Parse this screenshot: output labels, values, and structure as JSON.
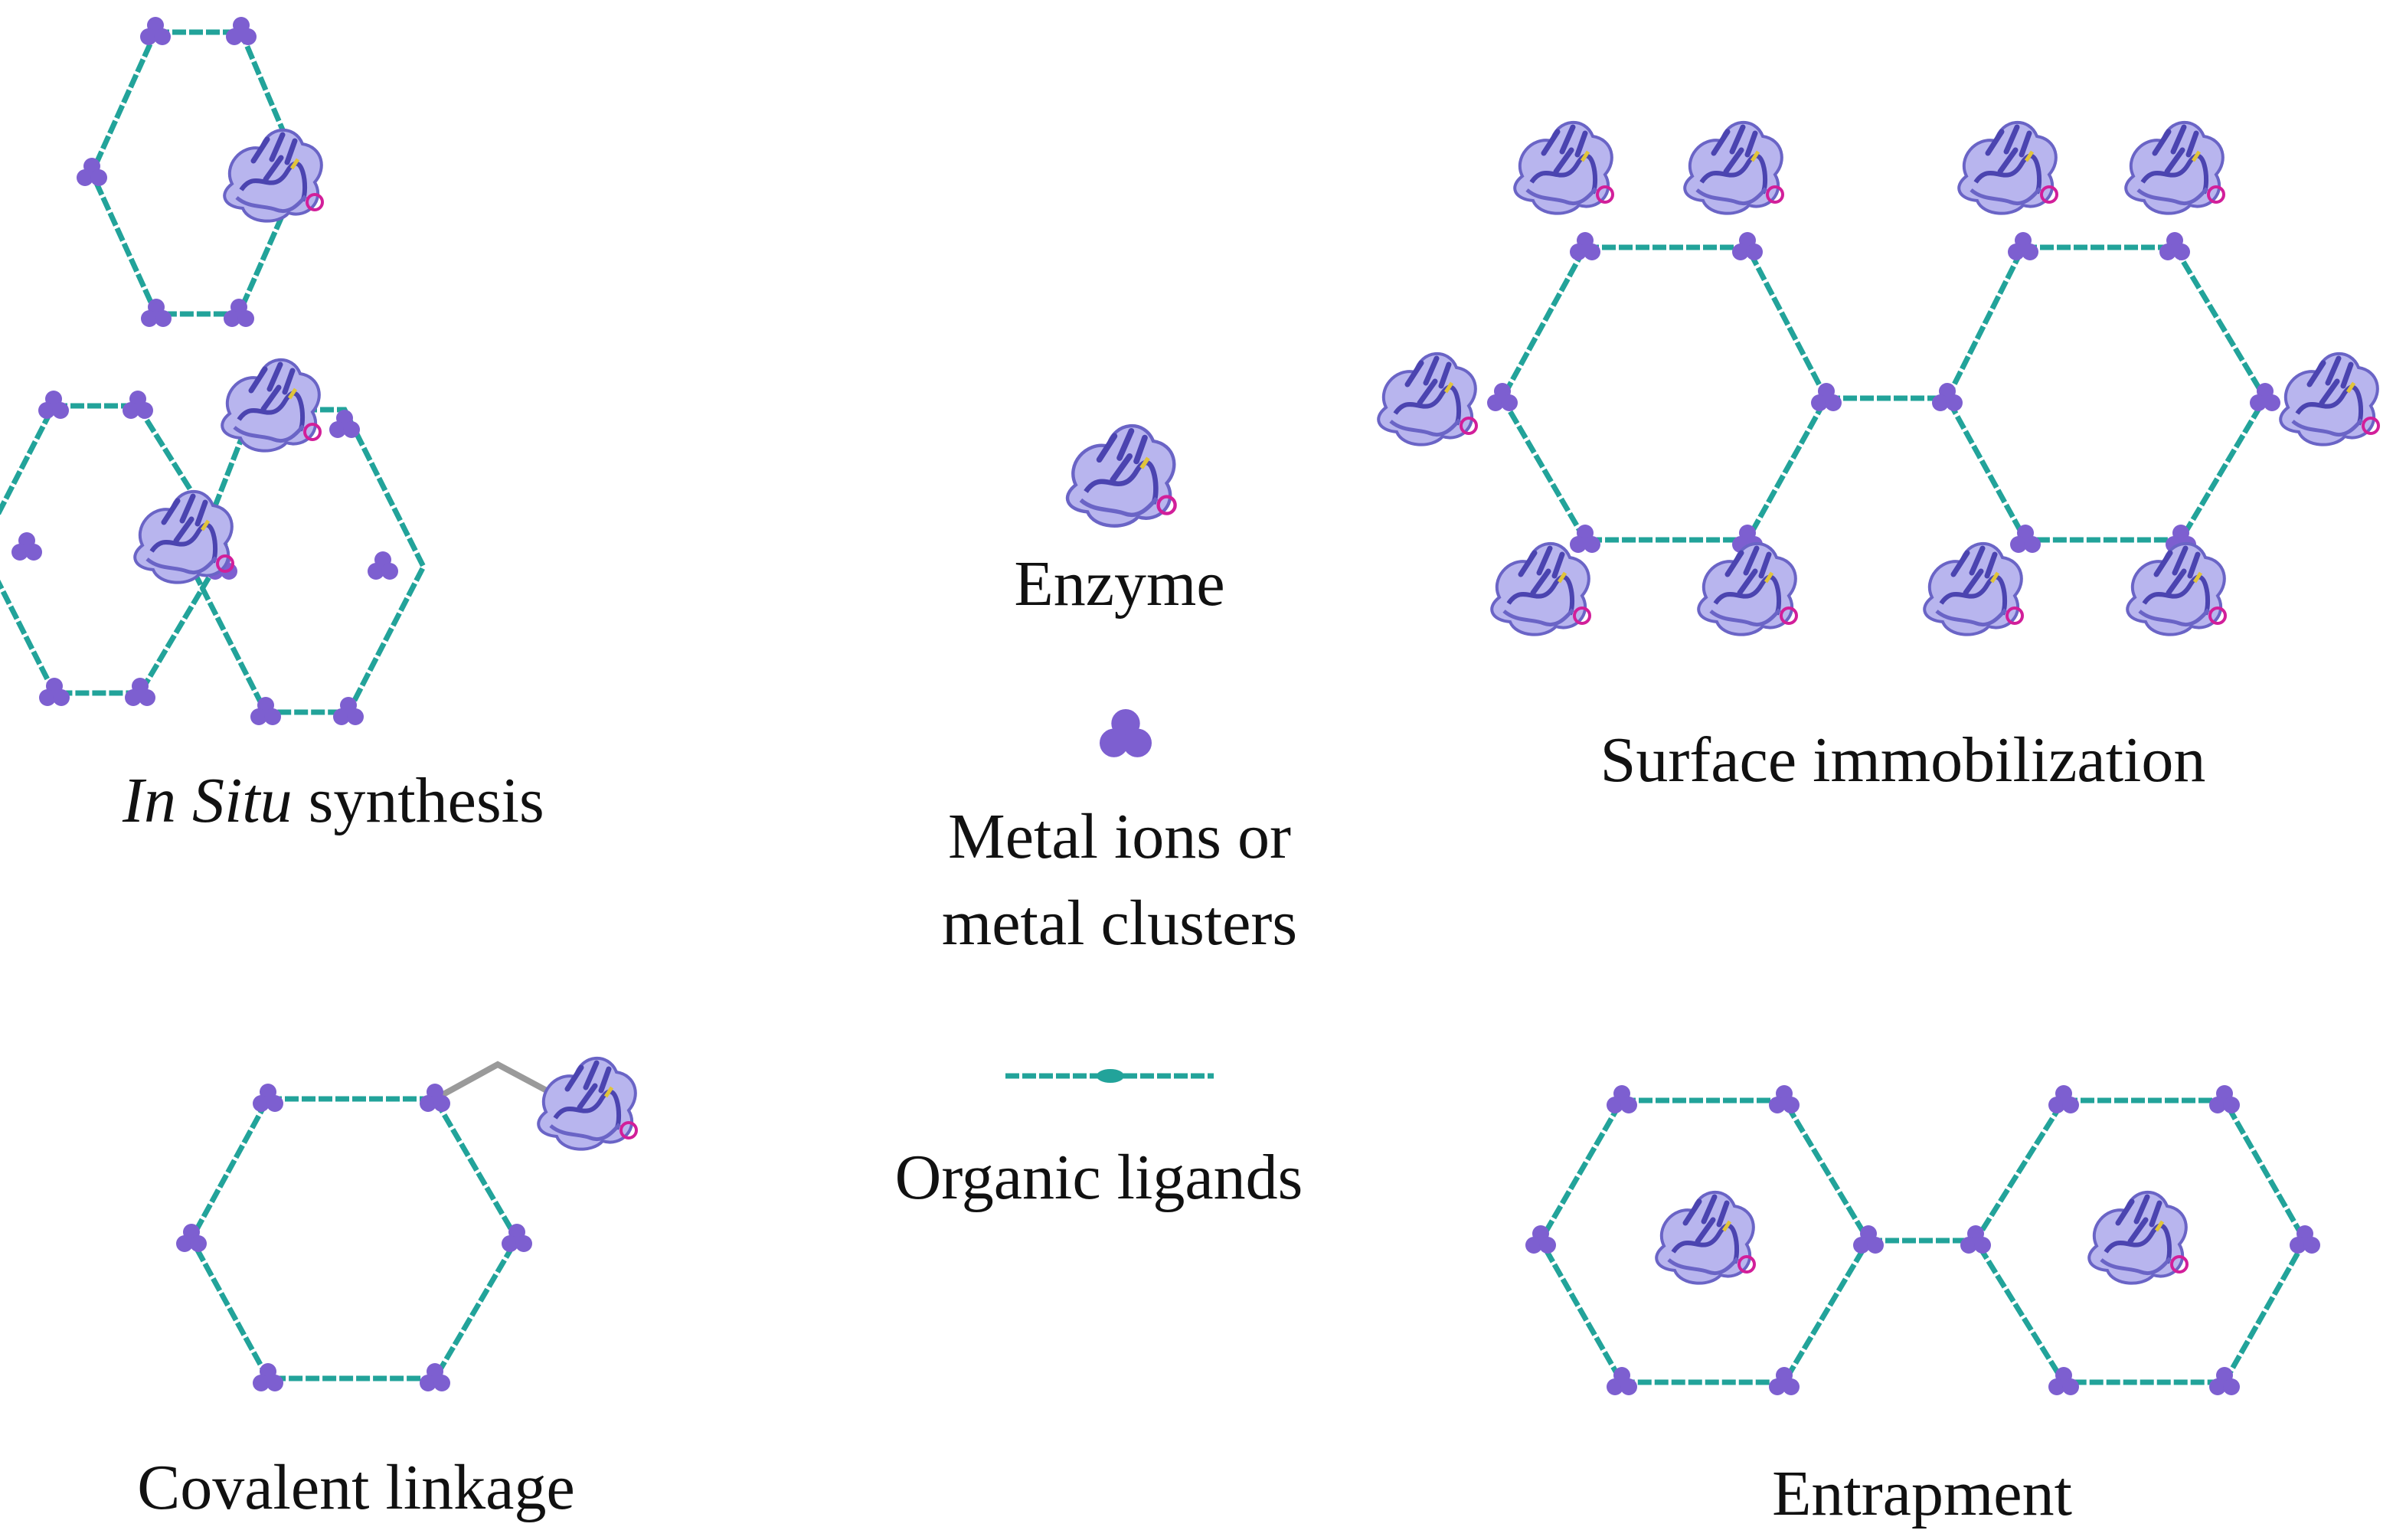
{
  "figure": {
    "panels": {
      "in_situ": {
        "label_italic": "In Situ",
        "label_rest": " synthesis"
      },
      "surface": {
        "label": "Surface immobilization"
      },
      "covalent": {
        "label": "Covalent linkage"
      },
      "entrapment": {
        "label": "Entrapment"
      }
    },
    "legend": {
      "enzyme": "Enzyme",
      "metal_line1": "Metal ions or",
      "metal_line2": "metal clusters",
      "ligand": "Organic ligands"
    },
    "colors": {
      "metal": "#7d5fd0",
      "ligand": "#22a39a",
      "enzyme": "#6a64c6",
      "enzyme_light": "#b8b5ee",
      "accent": "#d21f9a",
      "linker": "#9a9a9a"
    }
  }
}
